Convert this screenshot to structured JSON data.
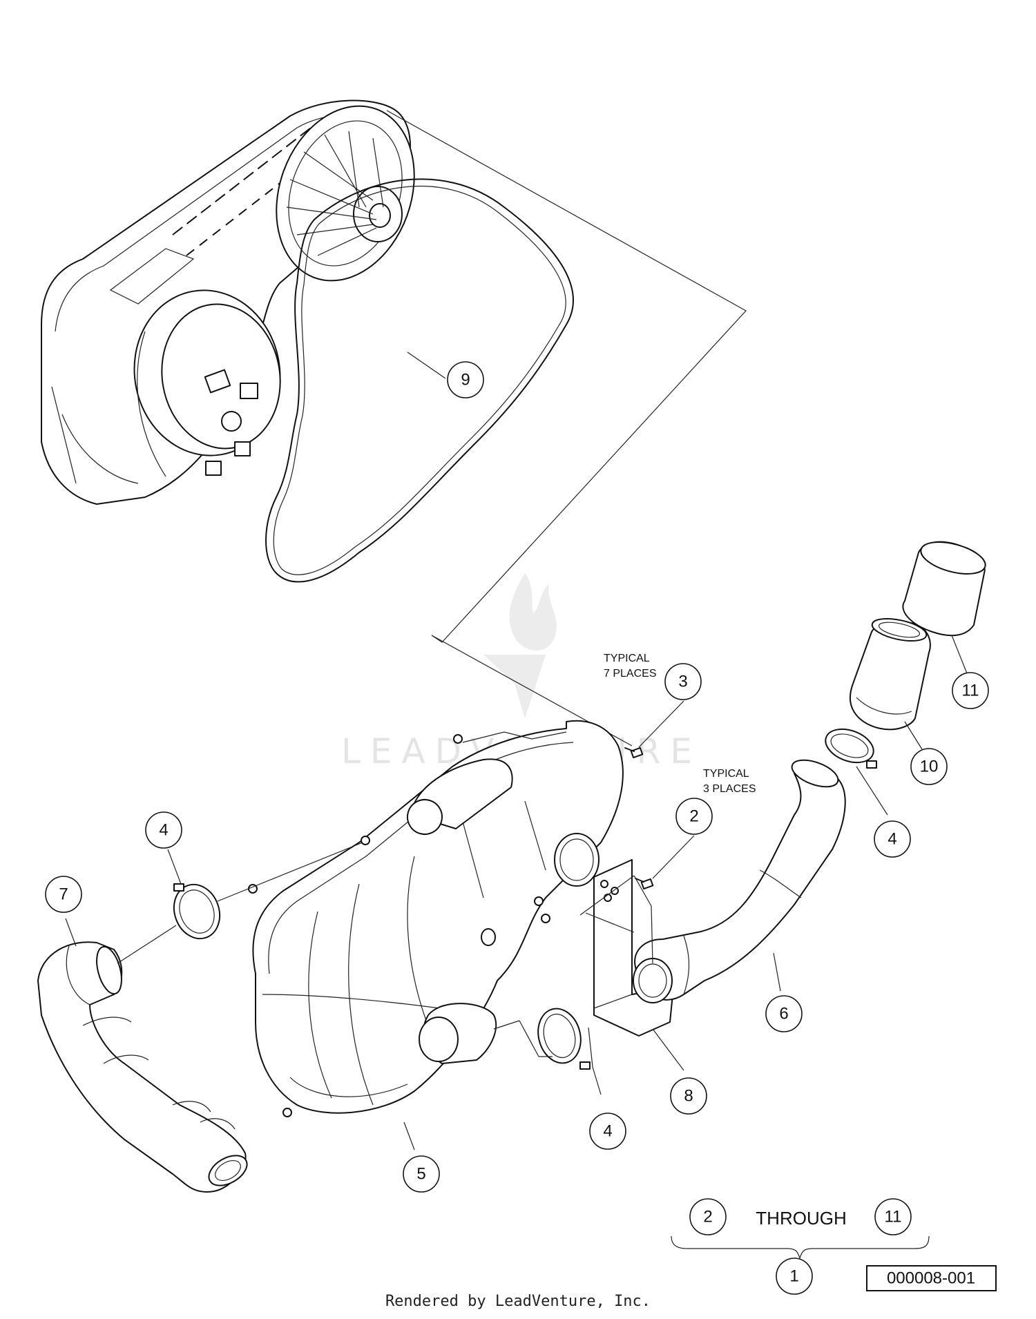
{
  "watermark": {
    "text": "LEADVENTURE"
  },
  "callouts": [
    {
      "id": "9",
      "label": "9"
    },
    {
      "id": "3",
      "label": "3"
    },
    {
      "id": "11",
      "label": "11"
    },
    {
      "id": "10",
      "label": "10"
    },
    {
      "id": "2",
      "label": "2"
    },
    {
      "id": "4a",
      "label": "4"
    },
    {
      "id": "4b",
      "label": "4"
    },
    {
      "id": "4c",
      "label": "4"
    },
    {
      "id": "7",
      "label": "7"
    },
    {
      "id": "6",
      "label": "6"
    },
    {
      "id": "8",
      "label": "8"
    },
    {
      "id": "5",
      "label": "5"
    }
  ],
  "notes": {
    "typical_7_line1": "TYPICAL",
    "typical_7_line2": "7 PLACES",
    "typical_3_line1": "TYPICAL",
    "typical_3_line2": "3 PLACES"
  },
  "assembly": {
    "from": "2",
    "through_label": "THROUGH",
    "to": "11",
    "assembly_number": "1"
  },
  "reference_number": "000008-001",
  "footer": "Rendered by LeadVenture, Inc."
}
